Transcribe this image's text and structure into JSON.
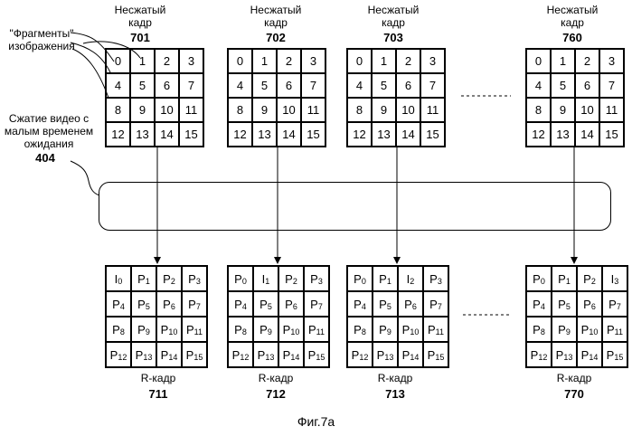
{
  "uncompressed_label": "Несжатый\nкадр",
  "r_label": "R-кадр",
  "fragments_label": "\"Фрагменты\"\nизображения",
  "compression_label": "Сжатие видео с\nмалым временем\nожидания",
  "compression_ref": "404",
  "figure_caption": "Фиг.7а",
  "source_frames": [
    {
      "number": "701",
      "cells": [
        "0",
        "1",
        "2",
        "3",
        "4",
        "5",
        "6",
        "7",
        "8",
        "9",
        "10",
        "11",
        "12",
        "13",
        "14",
        "15"
      ]
    },
    {
      "number": "702",
      "cells": [
        "0",
        "1",
        "2",
        "3",
        "4",
        "5",
        "6",
        "7",
        "8",
        "9",
        "10",
        "11",
        "12",
        "13",
        "14",
        "15"
      ]
    },
    {
      "number": "703",
      "cells": [
        "0",
        "1",
        "2",
        "3",
        "4",
        "5",
        "6",
        "7",
        "8",
        "9",
        "10",
        "11",
        "12",
        "13",
        "14",
        "15"
      ]
    },
    {
      "number": "760",
      "cells": [
        "0",
        "1",
        "2",
        "3",
        "4",
        "5",
        "6",
        "7",
        "8",
        "9",
        "10",
        "11",
        "12",
        "13",
        "14",
        "15"
      ]
    }
  ],
  "r_frames": [
    {
      "number": "711",
      "cells": [
        [
          "I",
          "0"
        ],
        [
          "P",
          "1"
        ],
        [
          "P",
          "2"
        ],
        [
          "P",
          "3"
        ],
        [
          "P",
          "4"
        ],
        [
          "P",
          "5"
        ],
        [
          "P",
          "6"
        ],
        [
          "P",
          "7"
        ],
        [
          "P",
          "8"
        ],
        [
          "P",
          "9"
        ],
        [
          "P",
          "10"
        ],
        [
          "P",
          "11"
        ],
        [
          "P",
          "12"
        ],
        [
          "P",
          "13"
        ],
        [
          "P",
          "14"
        ],
        [
          "P",
          "15"
        ]
      ]
    },
    {
      "number": "712",
      "cells": [
        [
          "P",
          "0"
        ],
        [
          "I",
          "1"
        ],
        [
          "P",
          "2"
        ],
        [
          "P",
          "3"
        ],
        [
          "P",
          "4"
        ],
        [
          "P",
          "5"
        ],
        [
          "P",
          "6"
        ],
        [
          "P",
          "7"
        ],
        [
          "P",
          "8"
        ],
        [
          "P",
          "9"
        ],
        [
          "P",
          "10"
        ],
        [
          "P",
          "11"
        ],
        [
          "P",
          "12"
        ],
        [
          "P",
          "13"
        ],
        [
          "P",
          "14"
        ],
        [
          "P",
          "15"
        ]
      ]
    },
    {
      "number": "713",
      "cells": [
        [
          "P",
          "0"
        ],
        [
          "P",
          "1"
        ],
        [
          "I",
          "2"
        ],
        [
          "P",
          "3"
        ],
        [
          "P",
          "4"
        ],
        [
          "P",
          "5"
        ],
        [
          "P",
          "6"
        ],
        [
          "P",
          "7"
        ],
        [
          "P",
          "8"
        ],
        [
          "P",
          "9"
        ],
        [
          "P",
          "10"
        ],
        [
          "P",
          "11"
        ],
        [
          "P",
          "12"
        ],
        [
          "P",
          "13"
        ],
        [
          "P",
          "14"
        ],
        [
          "P",
          "15"
        ]
      ]
    },
    {
      "number": "770",
      "cells": [
        [
          "P",
          "0"
        ],
        [
          "P",
          "1"
        ],
        [
          "P",
          "2"
        ],
        [
          "I",
          "3"
        ],
        [
          "P",
          "4"
        ],
        [
          "P",
          "5"
        ],
        [
          "P",
          "6"
        ],
        [
          "P",
          "7"
        ],
        [
          "P",
          "8"
        ],
        [
          "P",
          "9"
        ],
        [
          "P",
          "10"
        ],
        [
          "P",
          "11"
        ],
        [
          "P",
          "12"
        ],
        [
          "P",
          "13"
        ],
        [
          "P",
          "14"
        ],
        [
          "P",
          "15"
        ]
      ]
    }
  ]
}
